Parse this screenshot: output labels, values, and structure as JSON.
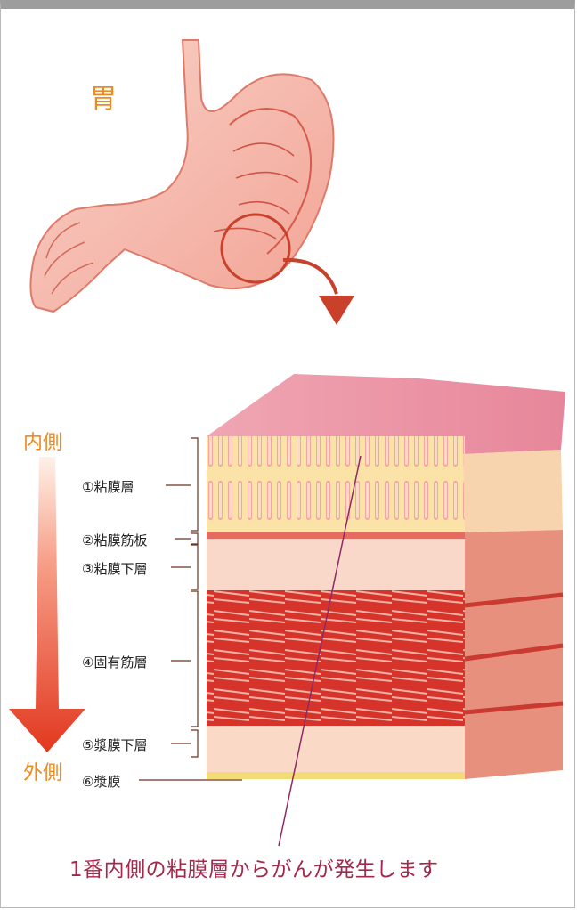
{
  "stomach_label": "胃",
  "direction": {
    "inner": "内側",
    "outer": "外側"
  },
  "layers": [
    {
      "label": "①粘膜層"
    },
    {
      "label": "②粘膜筋板"
    },
    {
      "label": "③粘膜下層"
    },
    {
      "label": "④固有筋層"
    },
    {
      "label": "⑤漿膜下層"
    },
    {
      "label": "⑥漿膜"
    }
  ],
  "caption": "1番内側の粘膜層からがんが発生します",
  "colors": {
    "orange_text": "#ef8a1f",
    "caption": "#a3284b",
    "arrow": "#d94428"
  }
}
